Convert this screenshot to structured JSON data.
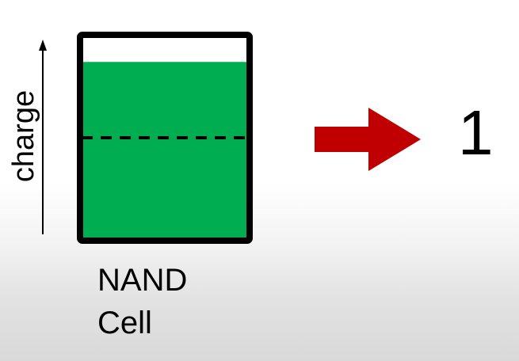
{
  "axis": {
    "label": "charge"
  },
  "cell": {
    "fill_level": 0.88,
    "threshold_level": 0.5,
    "fill_color": "#00ad50",
    "border_color": "#000000"
  },
  "caption": {
    "line1": "NAND",
    "line2": "Cell"
  },
  "arrow": {
    "color": "#c00000"
  },
  "result": {
    "value": "1"
  }
}
